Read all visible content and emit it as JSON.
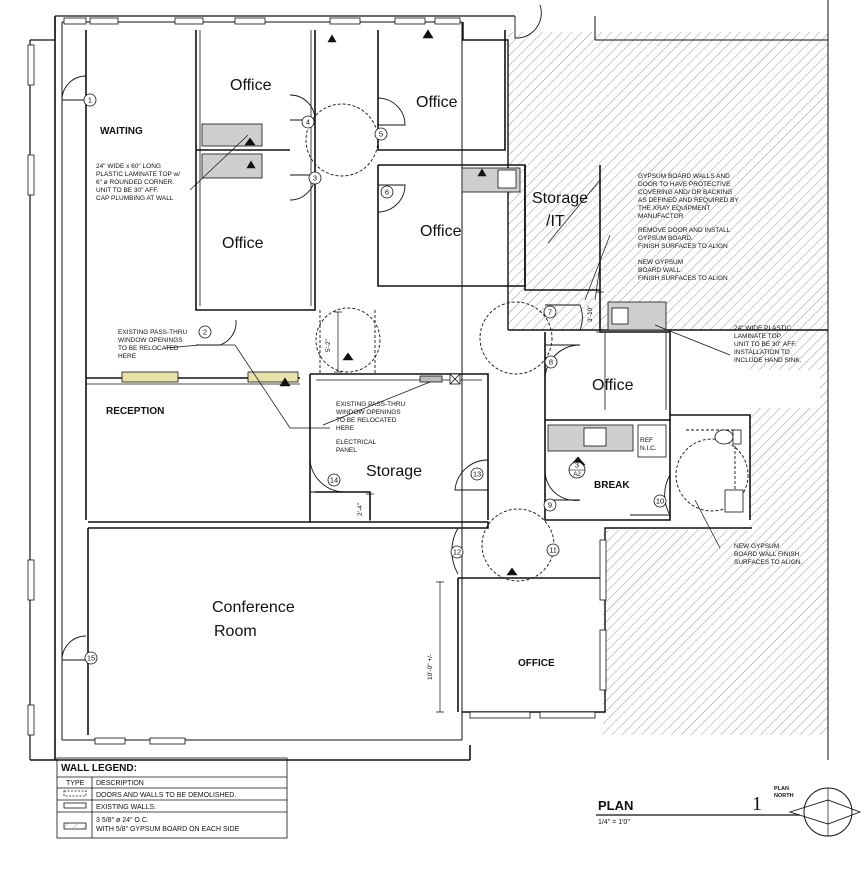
{
  "rooms": {
    "office_top_mid": "Office",
    "office_top_right": "Office",
    "office_left": "Office",
    "office_center": "Office",
    "storage_it_1": "Storage",
    "storage_it_2": "/IT",
    "office_right": "Office",
    "storage": "Storage",
    "conference_1": "Conference",
    "conference_2": "Room",
    "waiting": "WAITING",
    "reception": "RECEPTION",
    "break": "BREAK",
    "office_caps": "OFFICE"
  },
  "notes": {
    "counter": [
      "24\" WIDE x 60\" LONG",
      "PLASTIC LAMINATE TOP w/",
      "6\" ø ROUNDED CORNER.",
      "UNIT TO BE 30\" AFF.",
      "CAP PLUMBING AT WALL"
    ],
    "passthru_left": [
      "EXISTING PASS-THRU",
      "WINDOW OPENINGS",
      "TO BE RELOCATED",
      "HERE"
    ],
    "passthru_right": [
      "EXISTING PASS-THRU",
      "WINDOW OPENINGS",
      "TO BE RELOCATED",
      "HERE"
    ],
    "electrical": [
      "ELECTRICAL",
      "PANEL"
    ],
    "xray": [
      "GYPSUM BOARD WALLS AND",
      "DOOR TO HAVE PROTECTIVE",
      "COVERING AND/ OR BACKING",
      "AS DEFINED AND REQUIRED BY",
      "THE XRAY EQUIPMENT",
      "MANUFACTOR"
    ],
    "remove_door": [
      "REMOVE DOOR AND INSTALL",
      "GYPSUM BOARD.",
      "FINISH SURFACES TO ALIGN"
    ],
    "new_wall": [
      "NEW GYPSUM",
      "BOARD WALL.",
      "FINISH SURFACES TO ALIGN"
    ],
    "sink": [
      "24\" WIDE PLASTIC",
      "LAMINATE TOP.",
      "UNIT TO BE 30\" AFF.",
      "INSTALLATION TO",
      "INCLUDE HAND SINK."
    ],
    "new_wall_bottom": [
      "NEW GYPSUM",
      "BOARD WALL FINISH",
      "SURFACES TO ALIGN."
    ],
    "ref": [
      "REF",
      "N.I.C."
    ]
  },
  "dimensions": {
    "d1": "3'-10\"",
    "d2": "5'-2\"",
    "d3": "2'-4\"",
    "d4": "10'-0\" +/-"
  },
  "door_tags": [
    "1",
    "2",
    "3",
    "4",
    "5",
    "6",
    "7",
    "8",
    "9",
    "10",
    "11",
    "12",
    "13",
    "14",
    "15"
  ],
  "section_tag": {
    "num": "3",
    "sheet": "A2"
  },
  "legend": {
    "title": "WALL LEGEND:",
    "col_type": "TYPE",
    "col_desc": "DESCRIPTION",
    "rows": [
      {
        "desc": [
          "DOORS AND WALLS TO BE DEMOLISHED."
        ]
      },
      {
        "desc": [
          "EXISTING WALLS."
        ]
      },
      {
        "desc": [
          "3 5/8\" ø 24\" O.C.",
          "WITH 5/8\" GYPSUM BOARD ON EACH SIDE"
        ]
      }
    ]
  },
  "title_block": {
    "label": "PLAN",
    "scale": "1/4\" = 1'0\"",
    "number": "1",
    "north_1": "PLAN",
    "north_2": "NORTH"
  }
}
